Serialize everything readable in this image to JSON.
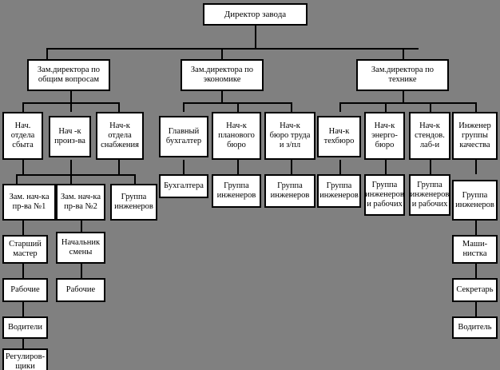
{
  "diagram": {
    "title_text": "Директор завода",
    "background_color": "#808080",
    "box_fill_color": "#ffffff",
    "line_color": "#000000",
    "nodes": {
      "director": "Директор завода",
      "deputy_general": "Зам.директора по\nобщим вопросам",
      "deputy_economics": "Зам.директора по\nэкономике",
      "deputy_technics": "Зам.директора по\nтехнике",
      "head_sales": "Нач.\nотдела\nсбыта",
      "head_production": "Нач -к\nпроиз-ва",
      "head_supply": "Нач-к\nотдела\nснабжения",
      "chief_accountant": "Главный\nбухгалтер",
      "head_planning": "Нач-к\nпланового\nбюро",
      "head_labor_pay": "Нач-к\nбюро труда\nи з/пл",
      "head_techbureau": "Нач-к\nтехбюро",
      "head_energobureau": "Нач-к\nэнерго-\nбюро",
      "head_stand_lab": "Нач-к\nстендов.\nлаб-и",
      "quality_engineer": "Инженер\nгруппы\nкачества",
      "deputy_prod_1": "Зам. нач-ка\nпр-ва №1",
      "deputy_prod_2": "Зам. нач-ка\nпр-ва №2",
      "engineers_supply": "Группа\nинженеров",
      "accountants": "Бухгалтера",
      "engineers_planning": "Группа\nинженеров",
      "engineers_labor": "Группа\nинженеров",
      "engineers_tech": "Группа\nинженеров",
      "engineers_workers_energo": "Группа\nинженеров\nи рабочих",
      "engineers_workers_stand": "Группа\nинженеров\nи рабочих",
      "engineers_quality": "Группа\nинженеров",
      "senior_master": "Старший\nмастер",
      "shift_chief": "Начальник\nсмены",
      "workers_1": "Рабочие",
      "workers_2": "Рабочие",
      "drivers_plural": "Водители",
      "adjusters": "Регулиров-\nщики",
      "typist": "Маши-\nнистка",
      "secretary": "Секретарь",
      "driver_single": "Водитель"
    }
  }
}
